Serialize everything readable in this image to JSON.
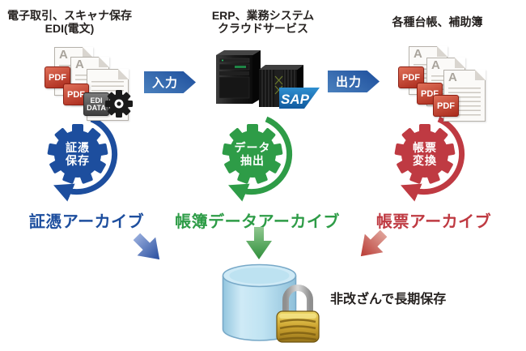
{
  "columns": [
    {
      "header_line1": "電子取引、スキャナ保存",
      "header_line2": "EDI(電文)",
      "gear_word_line1": "証憑",
      "gear_word_line2": "保存",
      "archive_label": "証憑アーカイブ",
      "accent_color": "#1d4e9e"
    },
    {
      "header_line1": "ERP、業務システム",
      "header_line2": "クラウドサービス",
      "gear_word_line1": "データ",
      "gear_word_line2": "抽出",
      "archive_label": "帳簿データアーカイブ",
      "accent_color": "#2e9c47"
    },
    {
      "header_line1": "各種台帳、補助簿",
      "header_line2": "",
      "gear_word_line1": "帳票",
      "gear_word_line2": "変換",
      "archive_label": "帳票アーカイブ",
      "accent_color": "#bf3a42"
    }
  ],
  "flow": {
    "input_label": "入力",
    "output_label": "出力"
  },
  "badges": {
    "pdf": "PDF",
    "edi_line1": "EDI",
    "edi_line2": "DATA",
    "doc_letter": "A",
    "sap": "SAP"
  },
  "storage": {
    "caption": "非改ざんで長期保存"
  },
  "icon_names": [
    "document-stack",
    "pdf-badge",
    "edi-data-badge",
    "gear",
    "circular-process-arrow",
    "server-tower",
    "sap-logo",
    "flow-arrow",
    "down-arrow",
    "database-cylinder",
    "padlock"
  ]
}
